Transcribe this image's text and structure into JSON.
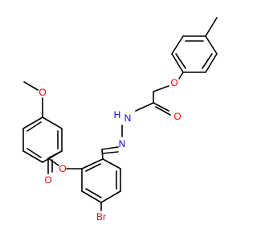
{
  "structure": {
    "atoms": {
      "ether_o_top": "O",
      "carbonyl_o_top": "O",
      "amide_nh": "H",
      "amide_n": "N",
      "imine_n": "N",
      "methoxy_o": "O",
      "ester_o": "O",
      "ester_carbonyl_o": "O",
      "bromine": "Br"
    },
    "colors": {
      "bond": "#000000",
      "oxygen": "#ff0000",
      "nitrogen": "#0000ff",
      "bromine": "#a52a2a"
    }
  }
}
